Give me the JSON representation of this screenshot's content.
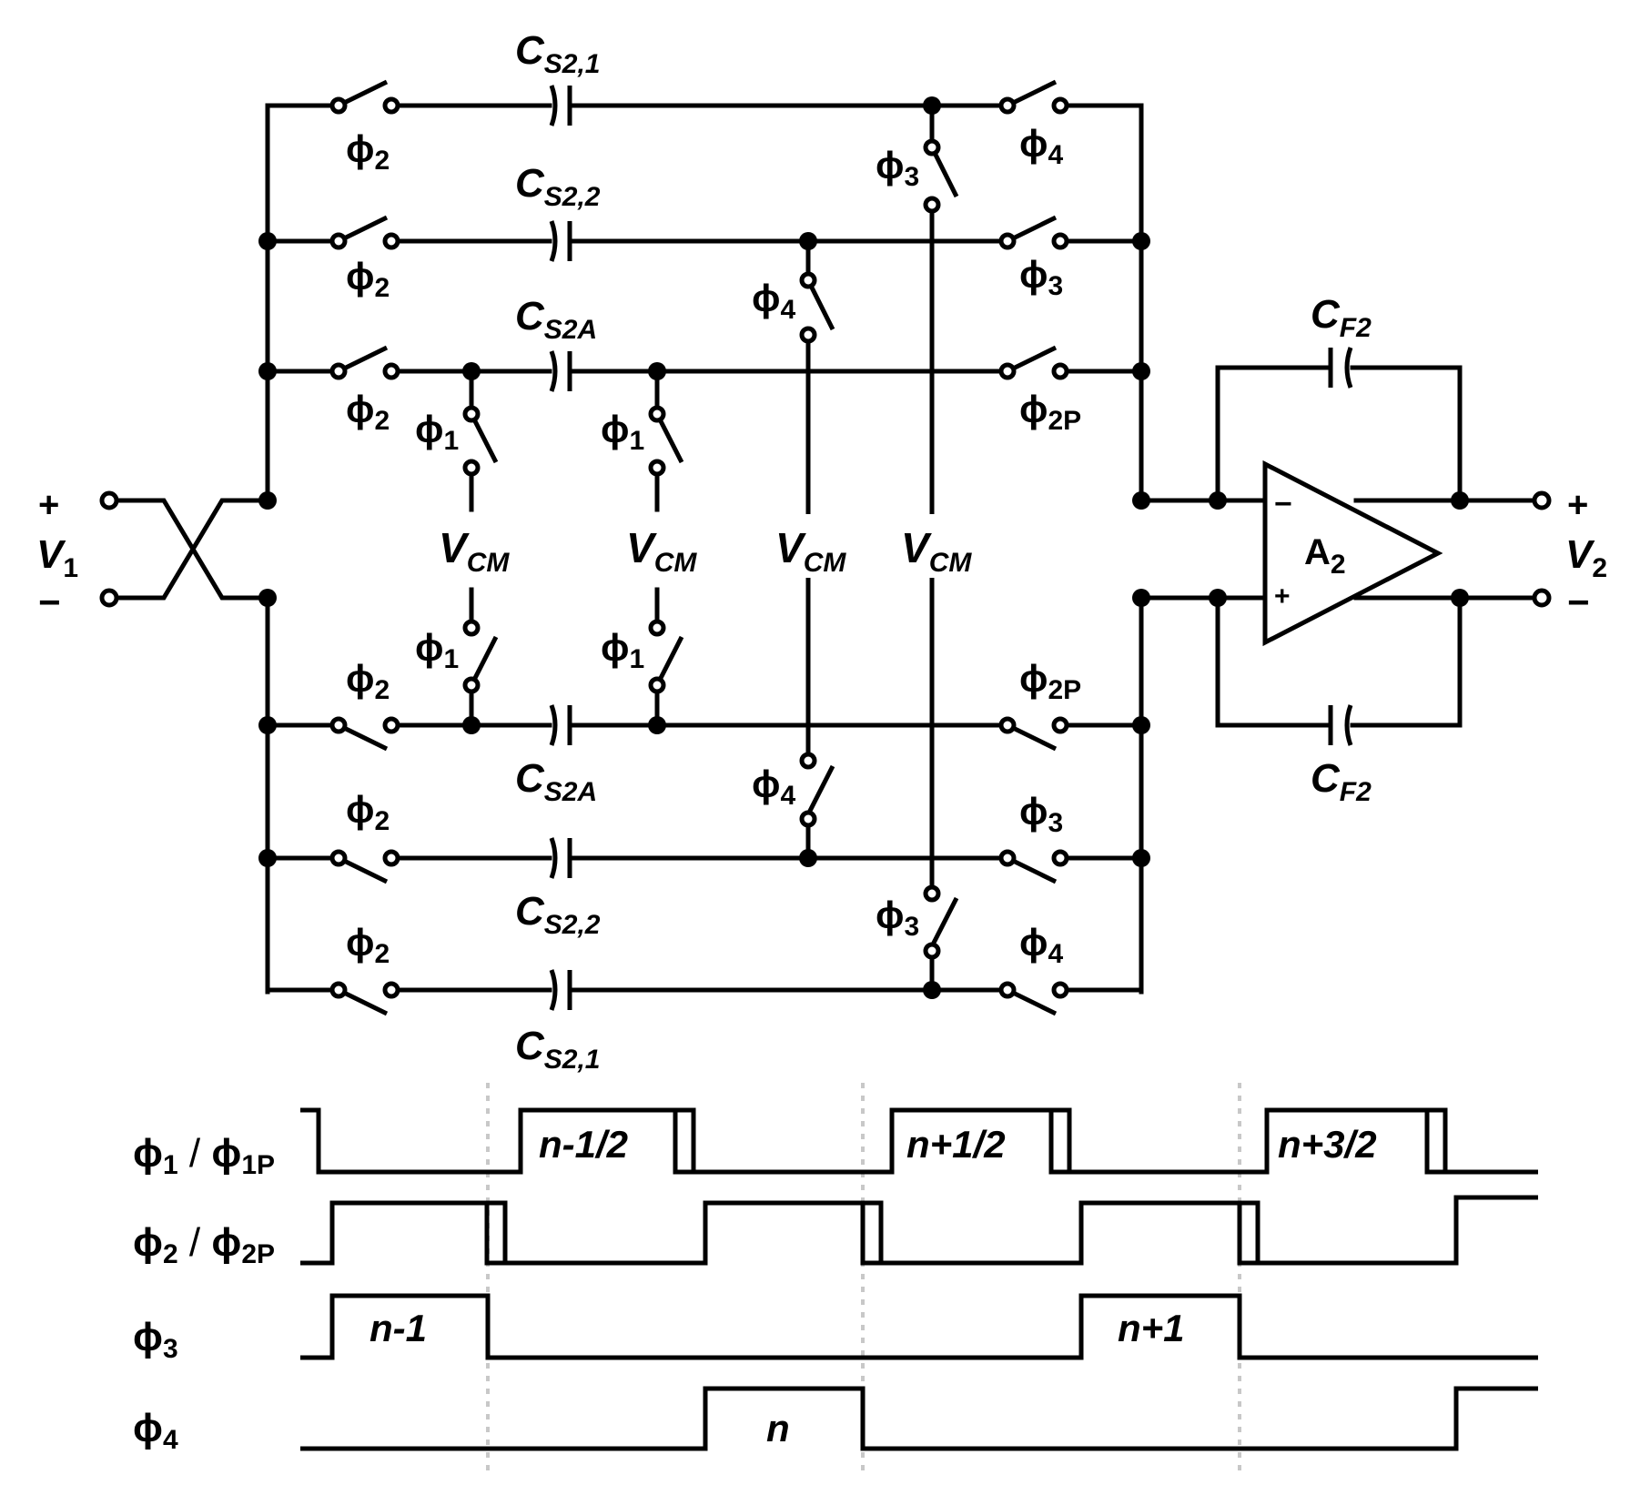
{
  "colors": {
    "wire": "#000000",
    "phi3": "#1c1cf0",
    "phi4": "#ee1111",
    "grid": "#c8c8c8"
  },
  "ports": {
    "in_label": "V",
    "in_sub": "1",
    "in_plus": "+",
    "in_minus": "−",
    "out_label": "V",
    "out_sub": "2",
    "out_plus": "+",
    "out_minus": "−"
  },
  "amplifier": {
    "label": "A",
    "sub": "2",
    "minus": "−",
    "plus": "+"
  },
  "caps": {
    "cs21": {
      "main": "C",
      "sub": "S2,1"
    },
    "cs22": {
      "main": "C",
      "sub": "S2,2"
    },
    "cs2a": {
      "main": "C",
      "sub": "S2A"
    },
    "cf2": {
      "main": "C",
      "sub": "F2"
    }
  },
  "vcm": {
    "main": "V",
    "sub": "CM"
  },
  "phases": {
    "p1": {
      "glyph": "ϕ",
      "sub": "1"
    },
    "p2": {
      "glyph": "ϕ",
      "sub": "2"
    },
    "p2p": {
      "glyph": "ϕ",
      "sub": "2P"
    },
    "p3": {
      "glyph": "ϕ",
      "sub": "3"
    },
    "p4": {
      "glyph": "ϕ",
      "sub": "4"
    }
  },
  "timing": {
    "row1": {
      "glyph": "ϕ",
      "sub1": "1",
      "sep": " / ",
      "sub2": "1P"
    },
    "row2": {
      "glyph": "ϕ",
      "sub1": "2",
      "sep": " / ",
      "sub2": "2P"
    },
    "row3": {
      "glyph": "ϕ",
      "sub": "3"
    },
    "row4": {
      "glyph": "ϕ",
      "sub": "4"
    },
    "pulses": {
      "n_half_minus": "n-1/2",
      "n_half_plus": "n+1/2",
      "n_three_half": "n+3/2",
      "n_minus_1": "n-1",
      "n_plus_1": "n+1",
      "n": "n"
    }
  }
}
